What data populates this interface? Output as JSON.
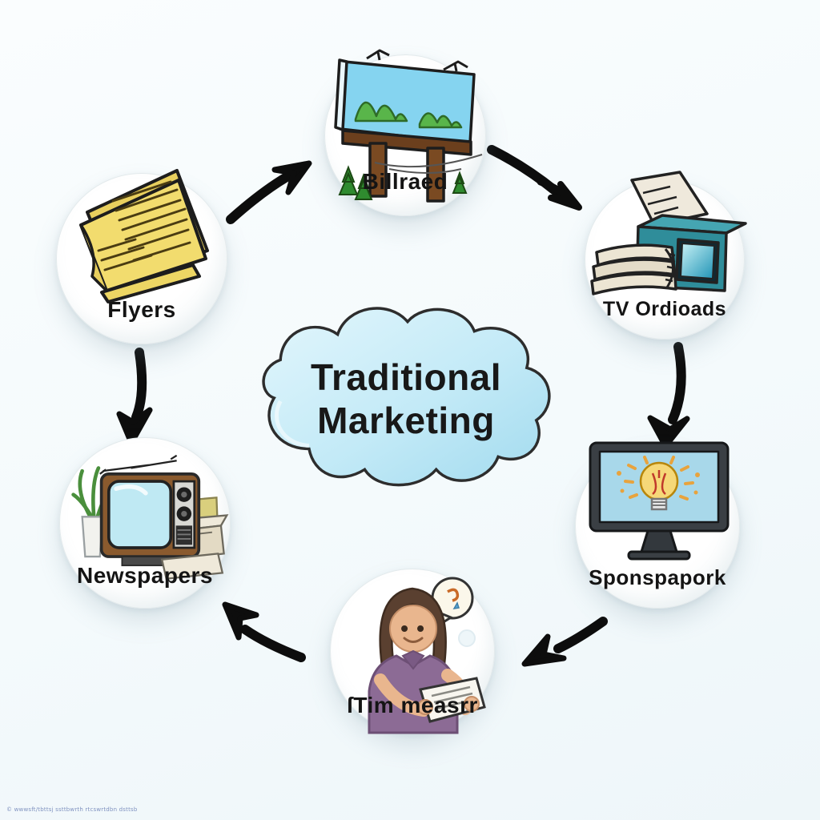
{
  "diagram_title": "Traditional Marketing",
  "center_cloud": {
    "line1": "Traditional",
    "line2": "Marketing"
  },
  "nodes": [
    {
      "id": "billboard",
      "label": "Billraed",
      "icon": "billboard-icon",
      "position": "top"
    },
    {
      "id": "tv-ads",
      "label": "TV Ordioads",
      "icon": "tv-radio-icon",
      "position": "right"
    },
    {
      "id": "sponsorship",
      "label": "Sponspapork",
      "icon": "monitor-bulb-icon",
      "position": "bottom-right"
    },
    {
      "id": "audience",
      "label": "ſTim measrr",
      "icon": "person-reading-icon",
      "position": "bottom"
    },
    {
      "id": "newspapers",
      "label": "Newspapers",
      "icon": "retro-tv-icon",
      "position": "bottom-left"
    },
    {
      "id": "flyers",
      "label": "Flyers",
      "icon": "flyers-icon",
      "position": "left"
    }
  ],
  "flow": [
    "flyers → billboard",
    "billboard → tv-ads",
    "tv-ads → sponsorship",
    "sponsorship → audience",
    "audience → newspapers",
    "flyers → newspapers"
  ],
  "watermark": "© wwwsft/tbttsj ssttbwrth rtcswrtdbn dsttsb",
  "colors": {
    "background": "#f6fbfd",
    "cloud_fill_light": "#ddf3fb",
    "cloud_fill_dark": "#a6dcef",
    "cloud_outline": "#2d2d2d",
    "arrow": "#0d0d0d",
    "node_fill": "#ffffff",
    "label_text": "#141414",
    "flyer_yellow": "#f2dc6e",
    "billboard_sky": "#85d4f0",
    "billboard_green": "#59b54a",
    "tv_teal": "#2f8d9a",
    "bulb_yellow": "#f6d878",
    "shirt_purple": "#8c6b95",
    "tv_brown": "#8a5a2e"
  }
}
